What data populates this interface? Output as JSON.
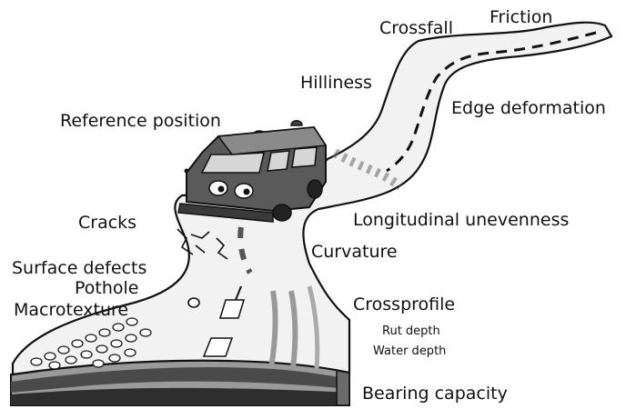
{
  "labels": {
    "friction": "Friction",
    "crossfall": "Crossfall",
    "hilliness": "Hilliness",
    "edge_deformation": "Edge deformation",
    "reference_position": "Reference position",
    "cracks": "Cracks",
    "longitudinal_unevenness": "Longitudinal unevenness",
    "curvature": "Curvature",
    "surface_defects": "Surface defects",
    "pothole": "Pothole",
    "macrotexture": "Macrotexture",
    "crossprofile": "Crossprofile",
    "rut_depth": "Rut depth",
    "water_depth": "Water depth",
    "bearing_capacity": "Bearing capacity"
  },
  "colors": {
    "road": "#f2f2f2",
    "outline": "#111111",
    "van_body": "#5a5a5a",
    "ground_dark": "#3c3c3c"
  }
}
